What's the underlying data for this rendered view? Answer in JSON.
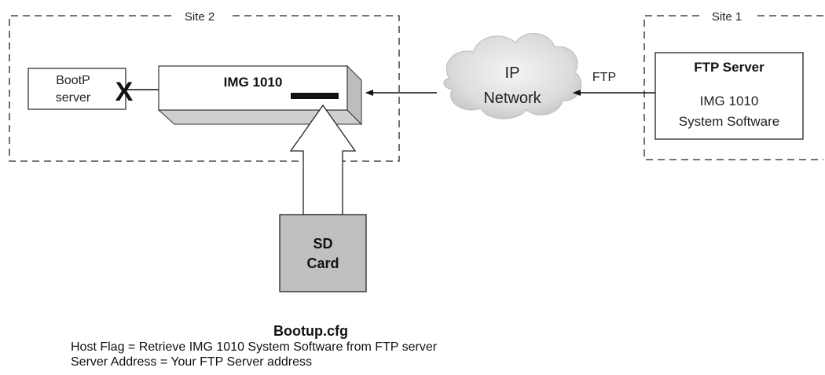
{
  "sites": {
    "site2_label": "Site 2",
    "site1_label": "Site 1"
  },
  "bootp": {
    "line1": "BootP",
    "line2": "server"
  },
  "img": {
    "label": "IMG 1010"
  },
  "network": {
    "line1": "IP",
    "line2": "Network"
  },
  "ftp_link_label": "FTP",
  "ftp_server": {
    "title": "FTP Server",
    "line1": "IMG 1010",
    "line2": "System Software"
  },
  "sd_card": {
    "line1": "SD",
    "line2": "Card"
  },
  "blocked_marker": "X",
  "caption": {
    "filename": "Bootup.cfg",
    "line1": "Host Flag = Retrieve IMG 1010 System Software from FTP server",
    "line2": "Server Address =  Your FTP Server address"
  }
}
